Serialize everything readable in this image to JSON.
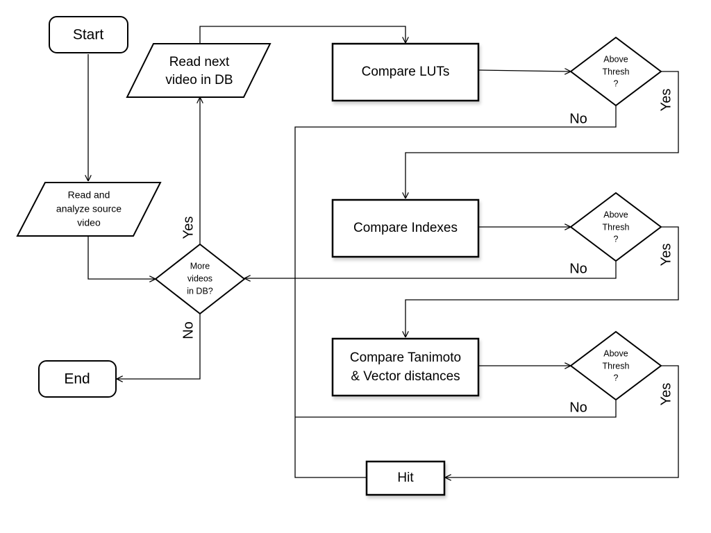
{
  "nodes": {
    "start": {
      "label": "Start"
    },
    "end": {
      "label": "End"
    },
    "read_source": {
      "lines": [
        "Read and",
        "analyze source",
        "video"
      ]
    },
    "read_next": {
      "lines": [
        "Read next",
        "video in DB"
      ]
    },
    "more_videos": {
      "lines": [
        "More",
        "videos",
        "in DB?"
      ]
    },
    "compare_luts": {
      "label": "Compare LUTs"
    },
    "compare_indexes": {
      "label": "Compare Indexes"
    },
    "compare_tanimoto": {
      "lines": [
        "Compare Tanimoto",
        "& Vector distances"
      ]
    },
    "hit": {
      "label": "Hit"
    },
    "thresh1": {
      "lines": [
        "Above",
        "Thresh",
        "?"
      ]
    },
    "thresh2": {
      "lines": [
        "Above",
        "Thresh",
        "?"
      ]
    },
    "thresh3": {
      "lines": [
        "Above",
        "Thresh",
        "?"
      ]
    }
  },
  "edges": {
    "more_yes": "Yes",
    "more_no": "No",
    "t1_no": "No",
    "t1_yes": "Yes",
    "t2_no": "No",
    "t2_yes": "Yes",
    "t3_no": "No",
    "t3_yes": "Yes"
  }
}
